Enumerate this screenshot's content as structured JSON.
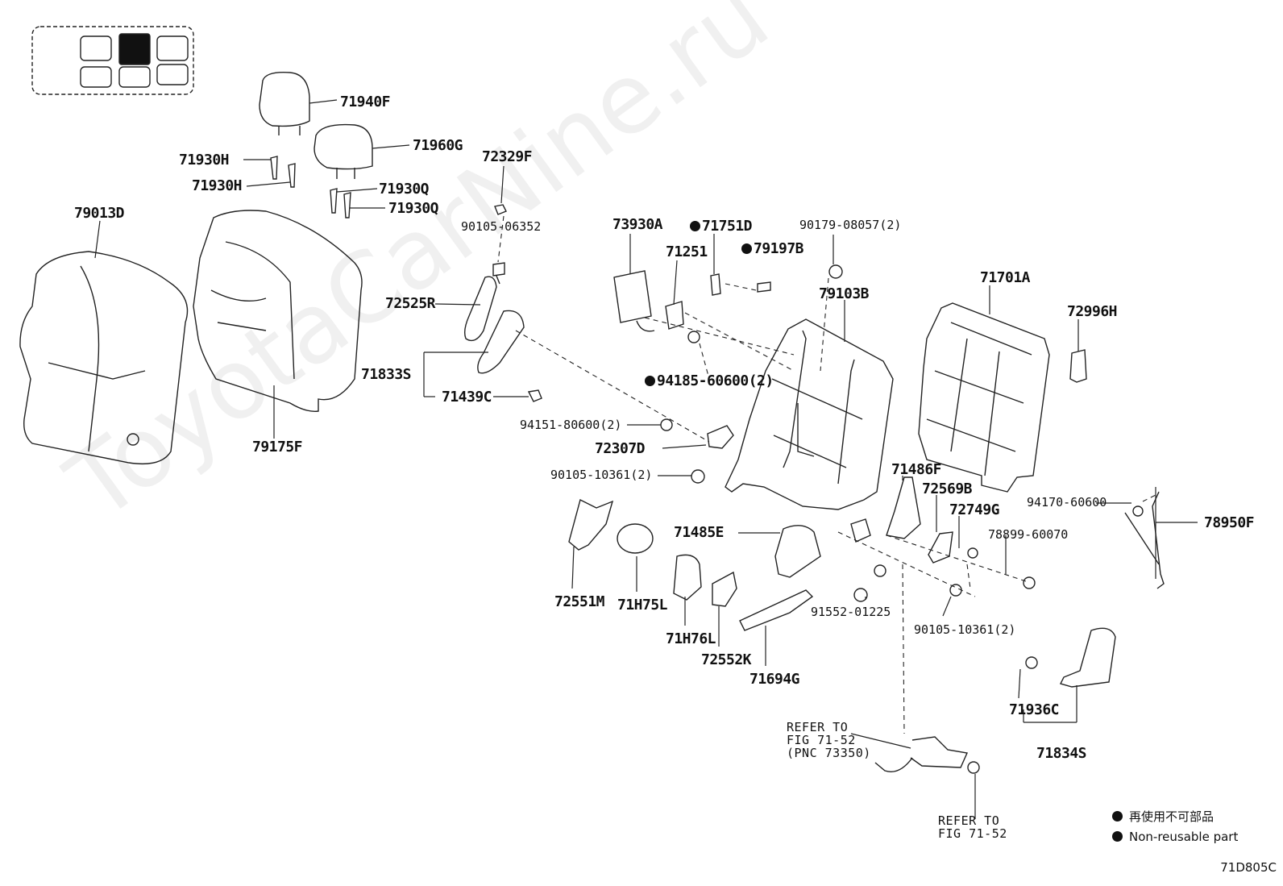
{
  "watermark": "ToyotaCarNine.ru",
  "figure_code": "71D805C",
  "legend": {
    "jp": "再使用不可部品",
    "en": "Non-reusable part"
  },
  "parts": {
    "p71940F": "71940F",
    "p71960G": "71960G",
    "p71930H_a": "71930H",
    "p71930H_b": "71930H",
    "p71930Q_a": "71930Q",
    "p71930Q_b": "71930Q",
    "p72329F": "72329F",
    "p90105_06352": "90105-06352",
    "p79013D": "79013D",
    "p79175F": "79175F",
    "p72525R": "72525R",
    "p71833S": "71833S",
    "p71439C": "71439C",
    "p94151": "94151-80600(2)",
    "p72307D": "72307D",
    "p90105_10361a": "90105-10361(2)",
    "p73930A": "73930A",
    "p71751D": "71751D",
    "p79197B": "79197B",
    "p71251": "71251",
    "p94185": "94185-60600(2)",
    "p90179": "90179-08057(2)",
    "p79103B": "79103B",
    "p71701A": "71701A",
    "p72996H": "72996H",
    "p71486F": "71486F",
    "p72569B": "72569B",
    "p72749G": "72749G",
    "p94170": "94170-60600",
    "p78950F": "78950F",
    "p78899": "78899-60070",
    "p71485E": "71485E",
    "p72551M": "72551M",
    "p71H75L": "71H75L",
    "p71H76L": "71H76L",
    "p72552K": "72552K",
    "p71694G": "71694G",
    "p91552": "91552-01225",
    "p90105_10361b": "90105-10361(2)",
    "p71936C": "71936C",
    "p71834S": "71834S"
  },
  "refs": {
    "ref1_l1": "REFER TO",
    "ref1_l2": "FIG 71-52",
    "ref1_l3": "(PNC 73350)",
    "ref2_l1": "REFER TO",
    "ref2_l2": "FIG 71-52"
  }
}
